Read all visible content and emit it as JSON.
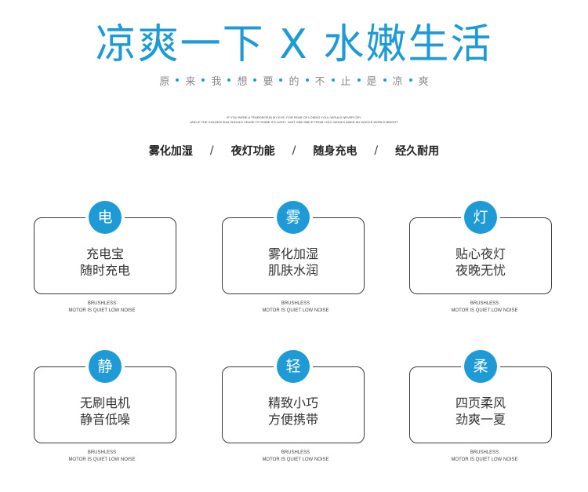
{
  "header": {
    "title": "凉爽一下 X 水嫩生活",
    "subtitle_chars": [
      "原",
      "来",
      "我",
      "想",
      "要",
      "的",
      "不",
      "止",
      "是",
      "凉",
      "爽"
    ],
    "english_line1": "IF YOU WERE A TEARDROP,IN MY EYE, FOR FEAR OF LOSING YOU,I WOULD NEVER CRY",
    "english_line2": "AND IF THE GOLDEN SUN,SHOULD CEASE TO SHINE ITS LIGHT, JUST ONE SMILE FROM YOU,I WOULD MAKE MY WHOLE WORLD BRIGHT"
  },
  "features": [
    "雾化加湿",
    "夜灯功能",
    "随身充电",
    "经久耐用"
  ],
  "feature_separator": "/",
  "accent_color": "#1e9ad6",
  "cards": [
    {
      "badge": "电",
      "line1": "充电宝",
      "line2": "随时充电",
      "note1": "BRUSHLESS",
      "note2": "MOTOR IS QUIET LOW NOISE"
    },
    {
      "badge": "雾",
      "line1": "雾化加湿",
      "line2": "肌肤水润",
      "note1": "BRUSHLESS",
      "note2": "MOTOR IS QUIET LOW NOISE"
    },
    {
      "badge": "灯",
      "line1": "贴心夜灯",
      "line2": "夜晚无忧",
      "note1": "BRUSHLESS",
      "note2": "MOTOR IS QUIET LOW NOISE"
    },
    {
      "badge": "静",
      "line1": "无刷电机",
      "line2": "静音低噪",
      "note1": "BRUSHLESS",
      "note2": "MOTOR IS QUIET LOW NOISE"
    },
    {
      "badge": "轻",
      "line1": "精致小巧",
      "line2": "方便携带",
      "note1": "BRUSHLESS",
      "note2": "MOTOR IS QUIET LOW NOISE"
    },
    {
      "badge": "柔",
      "line1": "四页柔风",
      "line2": "劲爽一夏",
      "note1": "BRUSHLESS",
      "note2": "MOTOR IS QUIET LOW NOISE"
    }
  ]
}
